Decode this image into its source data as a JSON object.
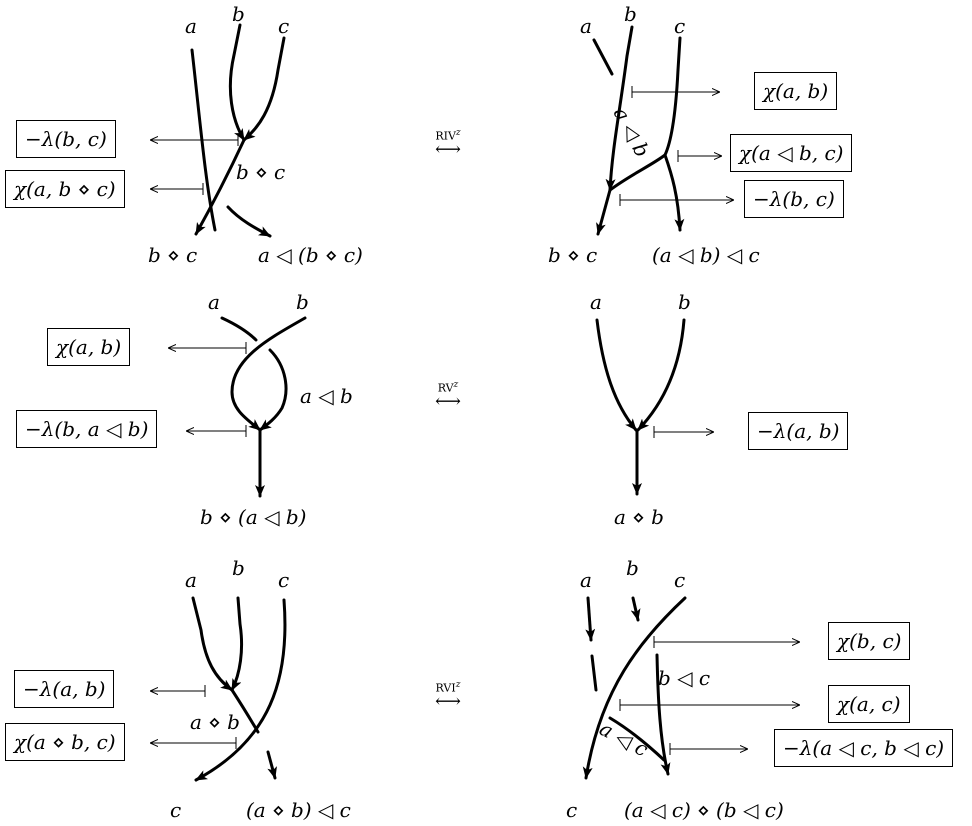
{
  "moves": [
    {
      "name": "RIV",
      "sup": "z"
    },
    {
      "name": "RV",
      "sup": "z"
    },
    {
      "name": "RVI",
      "sup": "z"
    }
  ],
  "row1": {
    "left": {
      "top": [
        "a",
        "b",
        "c"
      ],
      "mid": "b ⋄ c",
      "bottom": [
        "b ⋄ c",
        "a ◁ (b ⋄ c)"
      ],
      "boxes": [
        "−λ(b, c)",
        "χ(a, b ⋄ c)"
      ]
    },
    "right": {
      "top": [
        "a",
        "b",
        "c"
      ],
      "mid": "a ◁ b",
      "bottom": [
        "b ⋄ c",
        "(a ◁ b) ◁ c"
      ],
      "boxes": [
        "χ(a, b)",
        "χ(a ◁ b, c)",
        "−λ(b, c)"
      ]
    }
  },
  "row2": {
    "left": {
      "top": [
        "a",
        "b"
      ],
      "mid": "a ◁ b",
      "bottom": "b ⋄ (a ◁ b)",
      "boxes": [
        "χ(a, b)",
        "−λ(b, a ◁ b)"
      ]
    },
    "right": {
      "top": [
        "a",
        "b"
      ],
      "bottom": "a ⋄ b",
      "boxes": [
        "−λ(a, b)"
      ]
    }
  },
  "row3": {
    "left": {
      "top": [
        "a",
        "b",
        "c"
      ],
      "mid": "a ⋄ b",
      "bottom": [
        "c",
        "(a ⋄ b) ◁ c"
      ],
      "boxes": [
        "−λ(a, b)",
        "χ(a ⋄ b, c)"
      ]
    },
    "right": {
      "top": [
        "a",
        "b",
        "c"
      ],
      "mid": [
        "b ◁ c",
        "a ◁ c"
      ],
      "bottom": [
        "c",
        "(a ◁ c) ⋄ (b ◁ c)"
      ],
      "boxes": [
        "χ(b, c)",
        "χ(a, c)",
        "−λ(a ◁ c, b ◁ c)"
      ]
    }
  }
}
